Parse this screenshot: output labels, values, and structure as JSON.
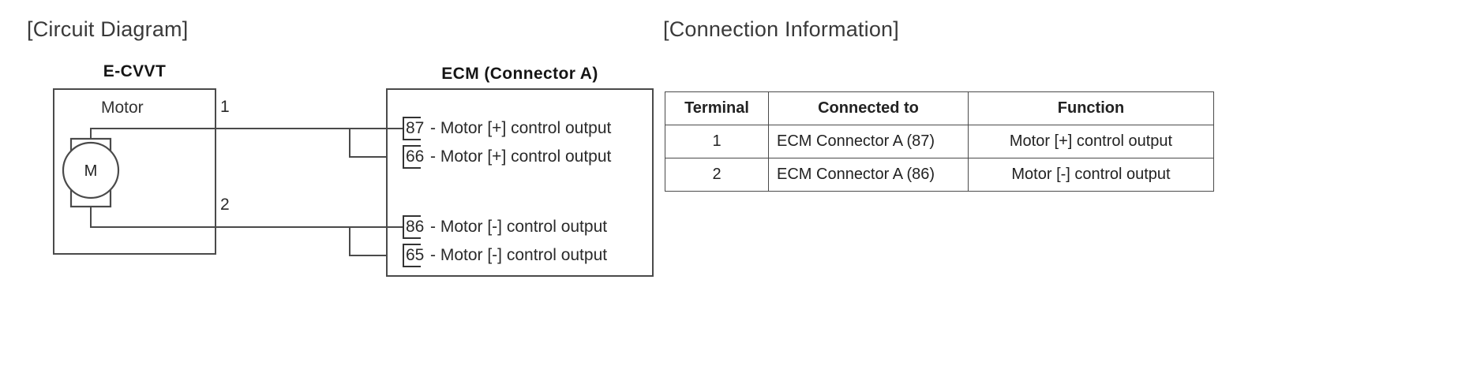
{
  "sections": {
    "circuit_diagram_header": "[Circuit Diagram]",
    "connection_information_header": "[Connection Information]"
  },
  "circuit": {
    "left_box": {
      "caption": "E-CVVT",
      "inner_label": "Motor",
      "motor_symbol_letter": "M",
      "terminals": [
        {
          "number": "1"
        },
        {
          "number": "2"
        }
      ]
    },
    "right_box": {
      "caption": "ECM (Connector A)",
      "pins": [
        {
          "number": "87",
          "description": "- Motor [+] control output"
        },
        {
          "number": "66",
          "description": "- Motor [+] control output"
        },
        {
          "number": "86",
          "description": "- Motor [-] control output"
        },
        {
          "number": "65",
          "description": "- Motor [-] control output"
        }
      ]
    }
  },
  "connection_table": {
    "columns": [
      "Terminal",
      "Connected to",
      "Function"
    ],
    "rows": [
      {
        "terminal": "1",
        "connected_to": "ECM Connector A (87)",
        "function": "Motor [+] control output"
      },
      {
        "terminal": "2",
        "connected_to": "ECM Connector A (86)",
        "function": "Motor [-] control output"
      }
    ]
  },
  "colors": {
    "line": "#4a4a4a",
    "text": "#222222",
    "background": "#ffffff"
  }
}
